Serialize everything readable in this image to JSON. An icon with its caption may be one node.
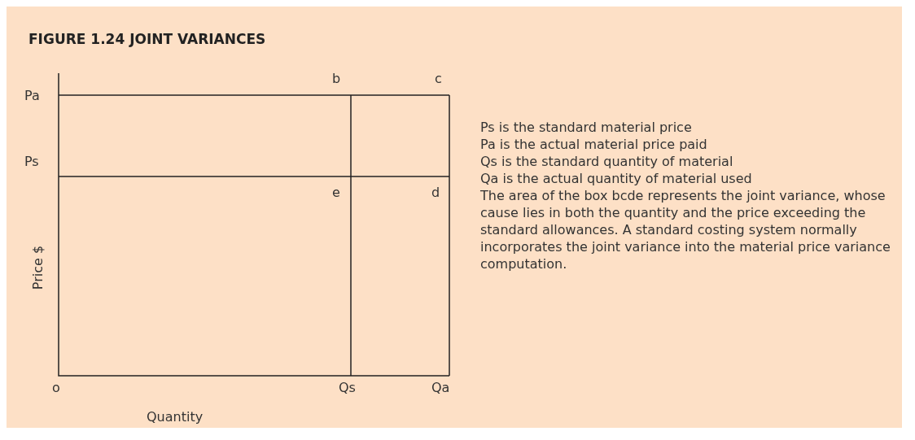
{
  "diagram": {
    "title": "FIGURE 1.24 JOINT VARIANCES",
    "labels": [
      "b",
      "c",
      "Pa",
      "Ps",
      "e",
      "d",
      "Price $",
      "o",
      "Qs",
      "Qa",
      "Quantity",
      "Ps is the standard material price",
      "Pa is the actual material price paid",
      "Qs is the standard quantity of material",
      "Qa is the actual quantity of material used",
      "The area of the box bcde represents the joint variance, whose cause lies in both the quantity and the price exceeding the standard allowances. A standard costing system normally incorporates the joint variance into the material price variance computation."
    ]
  }
}
